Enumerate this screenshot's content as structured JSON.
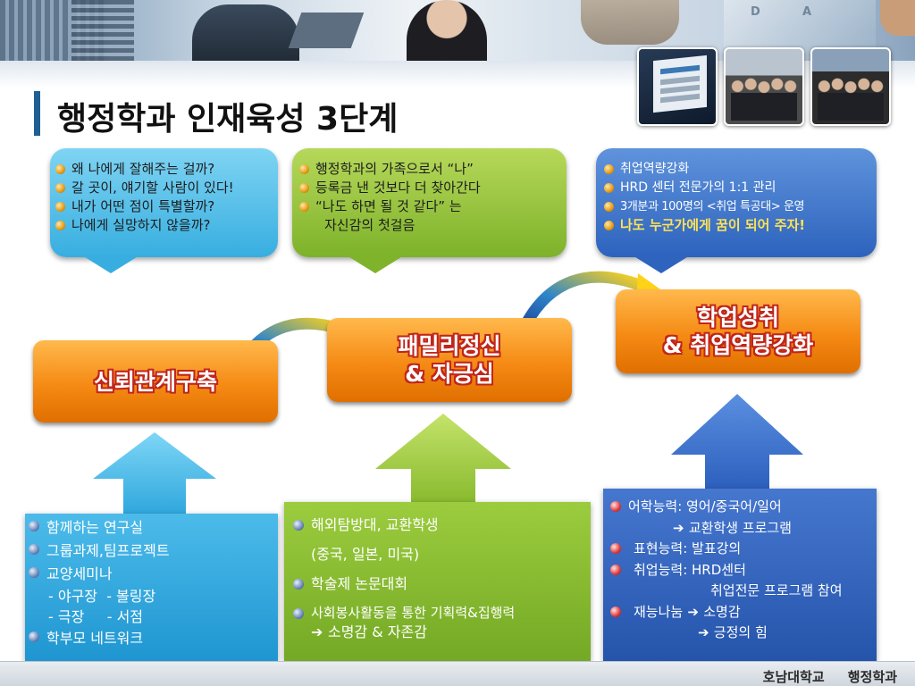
{
  "title": "행정학과 인재육성 3단계",
  "banner": {
    "map_letters": [
      "D",
      "A"
    ]
  },
  "bubbles": {
    "left": [
      "왜 나에게 잘해주는 걸까?",
      "갈 곳이, 얘기할 사람이 있다!",
      "내가 어떤 점이 특별할까?",
      "나에게 실망하지 않을까?"
    ],
    "middle": [
      "행정학과의 가족으로서 “나”",
      "등록금 낸 것보다 더 찾아간다",
      "“나도 하면 될 것 같다” 는",
      "자신감의  첫걸음"
    ],
    "right": [
      "취업역량강화",
      "HRD 센터 전문가의 1:1 관리",
      "3개분과 100명의 <취업 특공대> 운영",
      "나도 누군가에게 꿈이 되어 주자!"
    ]
  },
  "stages": {
    "s1": "신뢰관계구축",
    "s2_line1": "패밀리정신",
    "s2_line2": "& 자긍심",
    "s3_line1": "학업성취",
    "s3_line2": "& 취업역량강화"
  },
  "panels": {
    "left": [
      "함께하는 연구실",
      "그룹과제,팀프로젝트",
      "교양세미나",
      "- 야구장  - 볼링장",
      "- 극장     - 서점",
      "학부모 네트워크"
    ],
    "middle": [
      "해외탐방대, 교환학생",
      "(중국, 일본, 미국)",
      "학술제 논문대회",
      "사회봉사활동을 통한 기획력&집행력",
      "소명감 & 자존감"
    ],
    "right": [
      "어학능력: 영어/중국어/일어",
      "교환학생 프로그램",
      "표현능력:  발표강의",
      "취업능력:  HRD센터",
      "취업전문 프로그램 참여",
      "재능나눔",
      "소명감",
      "긍정의 힘"
    ]
  },
  "footer": {
    "school": "호남대학교",
    "dept": "행정학과"
  },
  "colors": {
    "stage_orange": "#f58a14",
    "stage_text_outline": "#c0261b",
    "cyan": "#37aee0",
    "green": "#7db22a",
    "blue": "#2d63bd",
    "highlight": "#ffe257"
  }
}
